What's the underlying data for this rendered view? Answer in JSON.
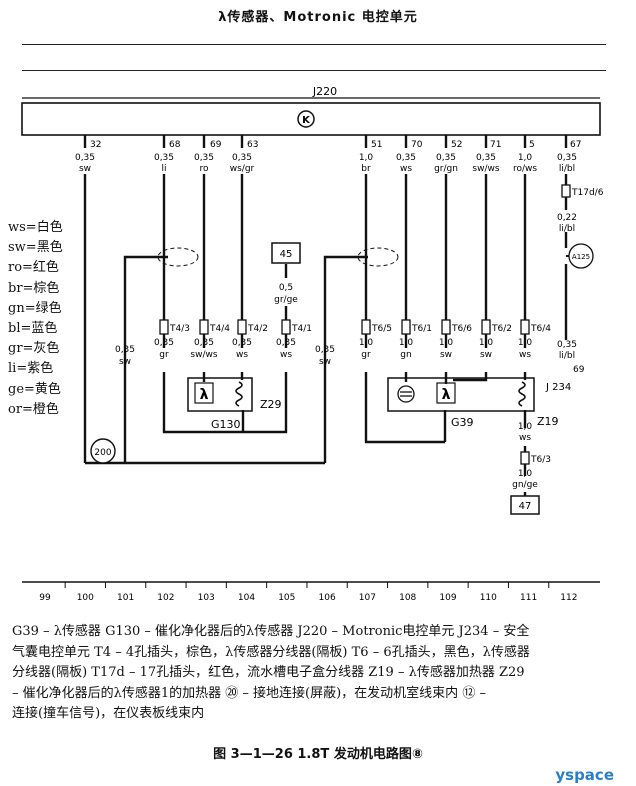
{
  "header": {
    "title": "λ传感器、Motronic 电控单元"
  },
  "ecu": {
    "label": "J220",
    "symbol": "K"
  },
  "wires": [
    {
      "pin": "32",
      "size": "0,35",
      "color": "sw"
    },
    {
      "pin": "68",
      "size": "0,35",
      "color": "li"
    },
    {
      "pin": "69",
      "size": "0,35",
      "color": "ro"
    },
    {
      "pin": "63",
      "size": "0,35",
      "color": "ws/gr"
    },
    {
      "pin": "51",
      "size": "1,0",
      "color": "br"
    },
    {
      "pin": "70",
      "size": "0,35",
      "color": "ws"
    },
    {
      "pin": "52",
      "size": "0,35",
      "color": "gr/gn"
    },
    {
      "pin": "71",
      "size": "0,35",
      "color": "sw/ws"
    },
    {
      "pin": "5",
      "size": "1,0",
      "color": "ro/ws"
    },
    {
      "pin": "67",
      "size": "0,35",
      "color": "li/bl"
    }
  ],
  "connectors": {
    "t4_3": "T4/3",
    "t4_4": "T4/4",
    "t4_2": "T4/2",
    "t4_1": "T4/1",
    "t6_5": "T6/5",
    "t6_1": "T6/1",
    "t6_6": "T6/6",
    "t6_2": "T6/2",
    "t6_4": "T6/4",
    "t17d_6": "T17d/6",
    "t6_3": "T6/3"
  },
  "lower_wires": [
    {
      "size": "0,35",
      "color": "gr"
    },
    {
      "size": "0,35",
      "color": "sw/ws"
    },
    {
      "size": "0,35",
      "color": "ws"
    },
    {
      "size": "0,35",
      "color": "ws"
    },
    {
      "size": "1,0",
      "color": "gr"
    },
    {
      "size": "1,0",
      "color": "gn"
    },
    {
      "size": "1,0",
      "color": "sw"
    },
    {
      "size": "1,0",
      "color": "sw"
    },
    {
      "size": "1,0",
      "color": "ws"
    }
  ],
  "misc": {
    "left_wire": {
      "size": "0,35",
      "color": "sw"
    },
    "mid_wire": {
      "size": "0,35",
      "color": "sw"
    },
    "box45": "45",
    "box45_wire": {
      "size": "0,5",
      "color": "gr/ge"
    },
    "t17_wire": {
      "size": "0,22",
      "color": "li/bl"
    },
    "a125": "A125",
    "j234_wire": {
      "size": "0,35",
      "color": "li/bl"
    },
    "j234_num": "69",
    "j234": "J 234",
    "g130": "G130",
    "z29": "Z29",
    "g39": "G39",
    "z19": "Z19",
    "ground200": "200",
    "z19_wire": {
      "size": "1,0",
      "color": "ws"
    },
    "t63_wire": {
      "size": "1,0",
      "color": "gn/ge"
    },
    "box47": "47",
    "lambda": "λ"
  },
  "axis_numbers": [
    "99",
    "100",
    "101",
    "102",
    "103",
    "104",
    "105",
    "106",
    "107",
    "108",
    "109",
    "110",
    "111",
    "112"
  ],
  "legend": [
    "ws=白色",
    "sw=黑色",
    "ro=红色",
    "br=棕色",
    "gn=绿色",
    "bl=蓝色",
    "gr=灰色",
    "li=紫色",
    "ge=黄色",
    "or=橙色"
  ],
  "caption": [
    "G39 – λ传感器    G130 – 催化净化器后的λ传感器    J220 – Motronic电控单元    J234 – 安全",
    "气囊电控单元    T4 – 4孔插头，棕色，λ传感器分线器(隔板)    T6 – 6孔插头，黑色，λ传感器",
    "分线器(隔板)    T17d – 17孔插头，红色，流水槽电子盒分线器    Z19 – λ传感器加热器    Z29",
    "– 催化净化器后的λ传感器1的加热器    ⑳ – 接地连接(屏蔽)，在发动机室线束内    ⑫ –",
    "连接(撞车信号)，在仪表板线束内"
  ],
  "figure_title": "图 3—1—26    1.8T 发动机电路图⑧",
  "watermark": "yspace"
}
